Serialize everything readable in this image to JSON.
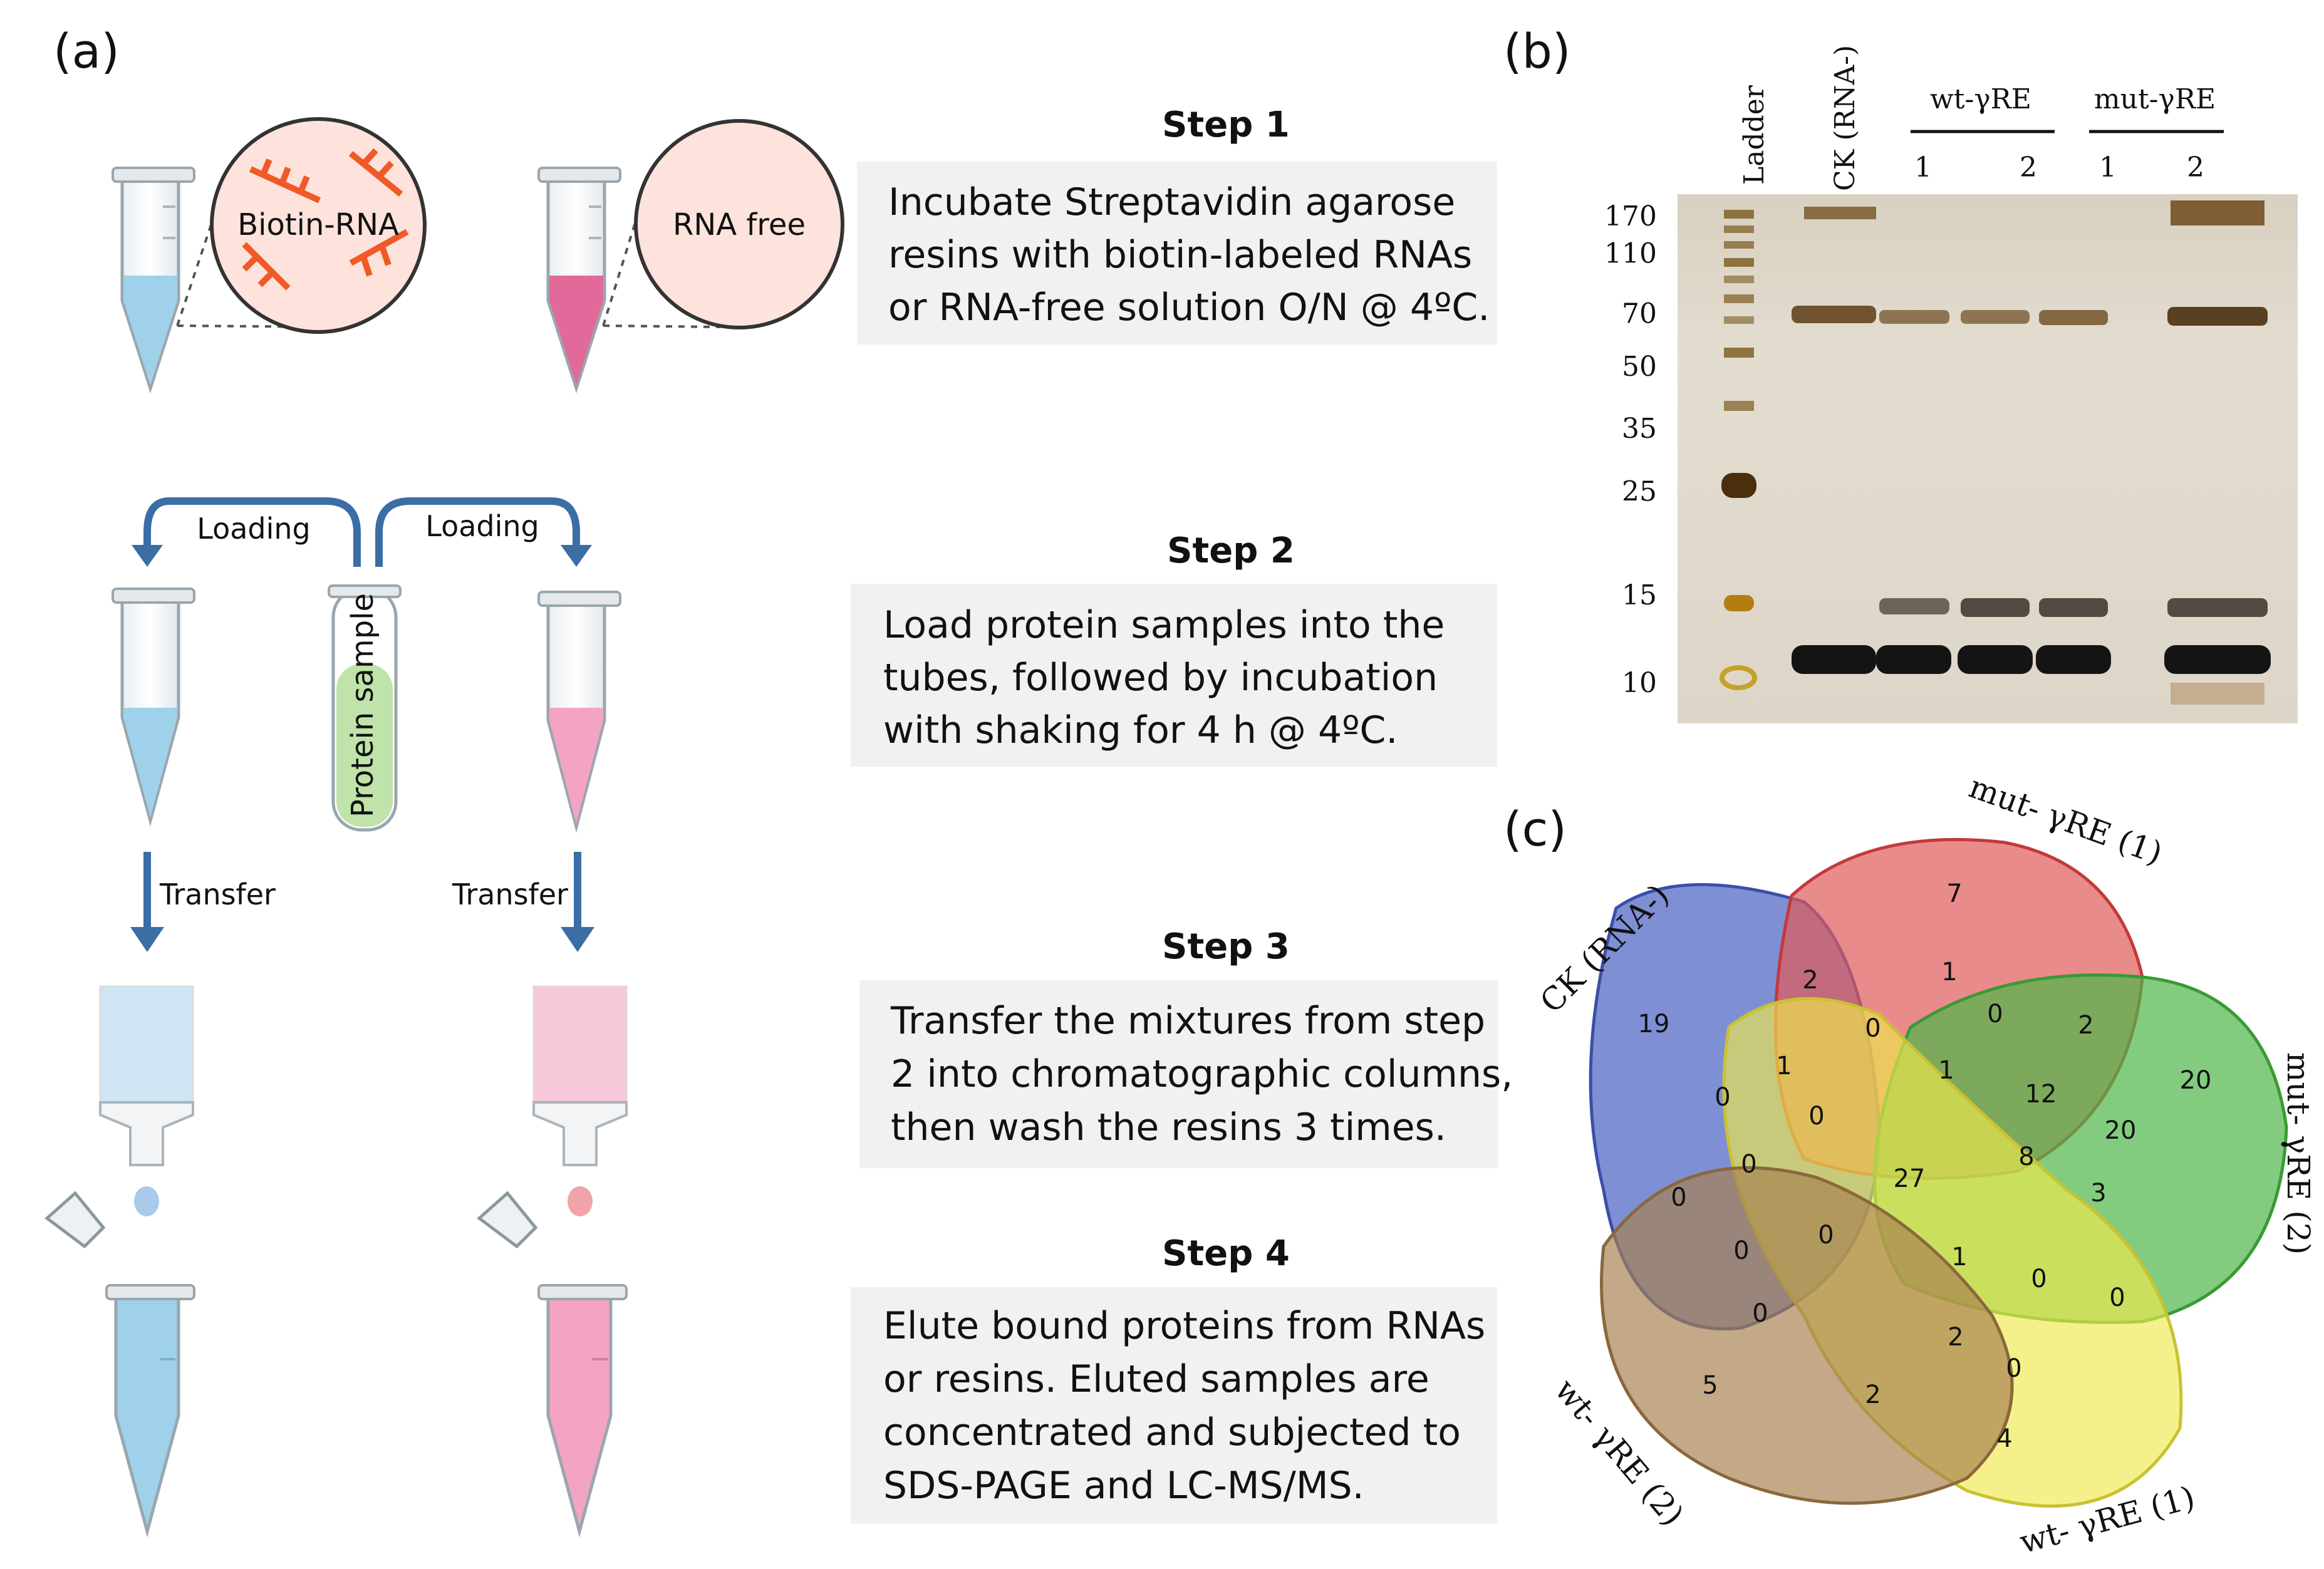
{
  "panels": {
    "a": "(a)",
    "b": "(b)",
    "c": "(c)"
  },
  "colors": {
    "blue_liquid": "#9fd1ea",
    "pink_liquid": "#e26a9b",
    "pink_light": "#f3c3d6",
    "arrow_blue": "#3a6ea5",
    "step_box": "#f1f1f1",
    "biotin_orange": "#f05a28"
  },
  "step1": {
    "title": "Step 1",
    "lines": [
      "Incubate Streptavidin agarose",
      "resins with biotin-labeled RNAs",
      "or RNA-free solution O/N @ 4ºC."
    ],
    "bubble_left": "Biotin-RNA",
    "bubble_right": "RNA free"
  },
  "step2": {
    "title": "Step 2",
    "lines": [
      "Load protein samples into the",
      "tubes, followed by  incubation",
      "with shaking for 4 h @ 4ºC."
    ],
    "loading_left": "Loading",
    "loading_right": "Loading",
    "protein_tube": "Protein sample"
  },
  "step3": {
    "title": "Step 3",
    "lines": [
      "Transfer the mixtures from step",
      "2 into chromatographic columns,",
      "then wash the resins 3 times."
    ],
    "transfer_left": "Transfer",
    "transfer_right": "Transfer"
  },
  "step4": {
    "title": "Step 4",
    "lines": [
      "Elute bound proteins from RNAs",
      "or resins. Eluted samples are",
      "concentrated and subjected to",
      "SDS-PAGE and LC-MS/MS."
    ]
  },
  "gel": {
    "lane_labels": [
      "Ladder",
      "CK (RNA-)"
    ],
    "group_labels": [
      "wt-γRE",
      "mut-γRE"
    ],
    "replicates": [
      "1",
      "2",
      "1",
      "2"
    ],
    "markers": [
      {
        "label": "170",
        "kda": 170
      },
      {
        "label": "110",
        "kda": 110
      },
      {
        "label": "70",
        "kda": 70
      },
      {
        "label": "50",
        "kda": 50
      },
      {
        "label": "35",
        "kda": 35
      },
      {
        "label": "25",
        "kda": 25
      },
      {
        "label": "15",
        "kda": 15
      },
      {
        "label": "10",
        "kda": 10
      }
    ]
  },
  "venn": {
    "sets": [
      {
        "name": "CK (RNA-)",
        "color": "#4c64c4"
      },
      {
        "name": "mut- γRE (1)",
        "color": "#e05a5a"
      },
      {
        "name": "mut- γRE (2)",
        "color": "#4fb648"
      },
      {
        "name": "wt- γRE (1)",
        "color": "#efe94c"
      },
      {
        "name": "wt- γRE (2)",
        "color": "#a6804f"
      }
    ],
    "counts": [
      "19",
      "7",
      "20",
      "4",
      "5",
      "2",
      "1",
      "0",
      "2",
      "0",
      "1",
      "12",
      "20",
      "0",
      "1",
      "0",
      "27",
      "8",
      "3",
      "0",
      "0",
      "0",
      "0",
      "1",
      "0",
      "0",
      "0",
      "2",
      "0",
      "2"
    ]
  }
}
